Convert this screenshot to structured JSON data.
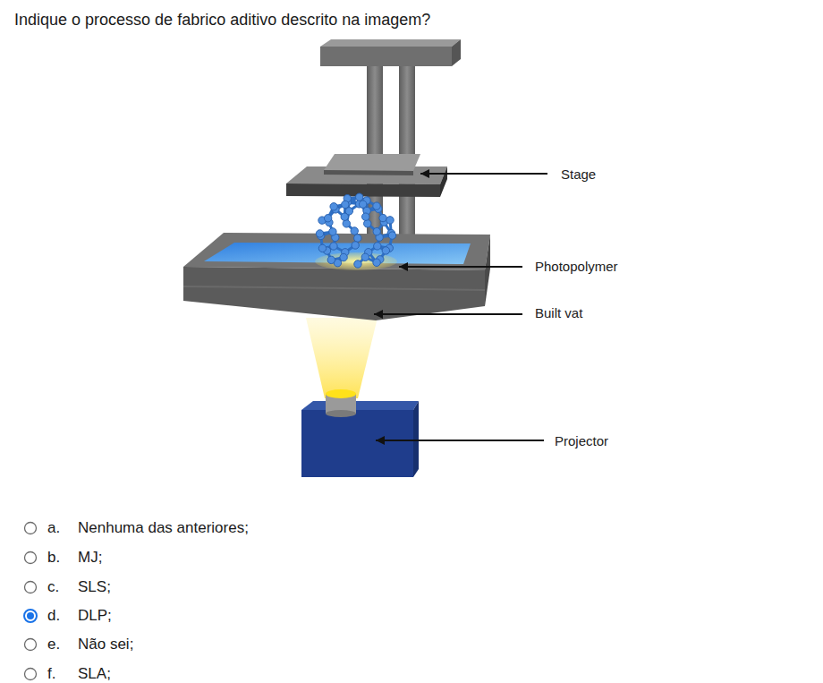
{
  "diagram": {
    "title": "Indique o processo de fabrico aditivo descrito na imagem?",
    "labels": [
      "Stage",
      "Photopolymer",
      "Built vat",
      "Projector",
      "a.",
      "Nenhuma das anteriores;",
      "b.",
      "MJ;",
      "c.",
      "SLS;",
      "d.",
      "DLP;",
      "e.",
      "Não sei;",
      "f.",
      "SLA;"
    ]
  }
}
